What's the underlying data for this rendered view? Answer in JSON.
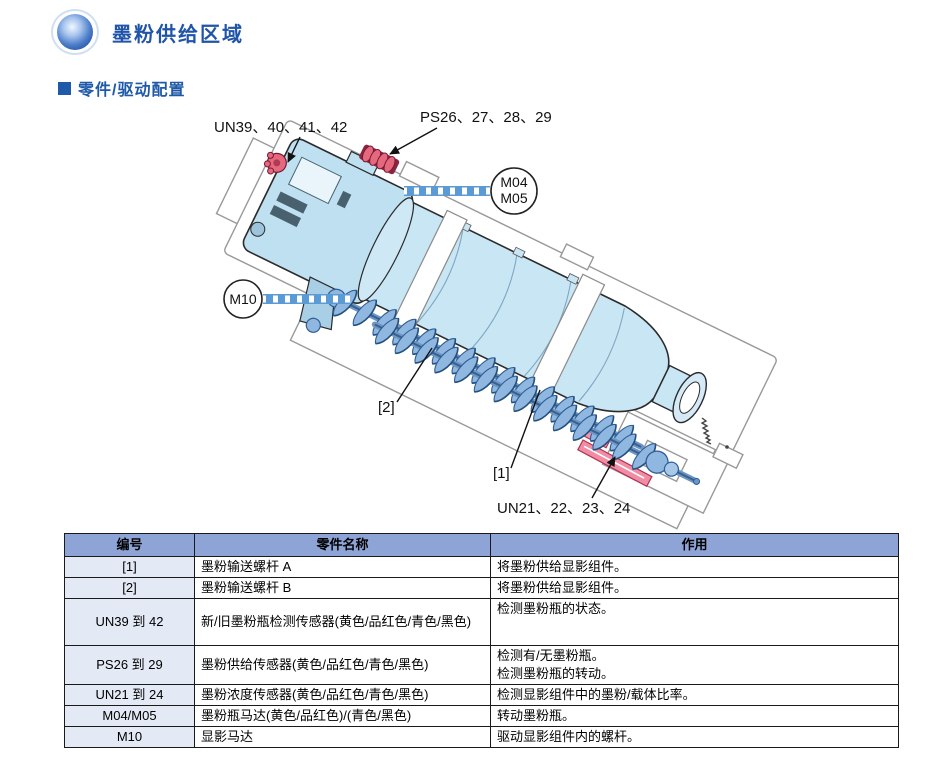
{
  "header": {
    "title": "墨粉供给区域",
    "section": "零件/驱动配置"
  },
  "diagram": {
    "labels": {
      "un39_42": "UN39、40、41、42",
      "ps26_29": "PS26、27、28、29",
      "m04": "M04",
      "m05": "M05",
      "m10": "M10",
      "part2": "[2]",
      "part1": "[1]",
      "un21_24": "UN21、22、23、24"
    }
  },
  "table": {
    "headers": {
      "id": "编号",
      "name": "零件名称",
      "function": "作用"
    },
    "rows": [
      {
        "id": "[1]",
        "name": "墨粉输送螺杆 A",
        "function": "将墨粉供给显影组件。"
      },
      {
        "id": "[2]",
        "name": "墨粉输送螺杆 B",
        "function": "将墨粉供给显影组件。"
      },
      {
        "id": "UN39 到 42",
        "name": "新/旧墨粉瓶检测传感器(黄色/品红色/青色/黑色)",
        "function": "检测墨粉瓶的状态。"
      },
      {
        "id": "PS26 到 29",
        "name": "墨粉供给传感器(黄色/品红色/青色/黑色)",
        "function": "检测有/无墨粉瓶。\n检测墨粉瓶的转动。"
      },
      {
        "id": "UN21 到 24",
        "name": "墨粉浓度传感器(黄色/品红色/青色/黑色)",
        "function": "检测显影组件中的墨粉/载体比率。"
      },
      {
        "id": "M04/M05",
        "name": "墨粉瓶马达(黄色/品红色)/(青色/黑色)",
        "function": "转动墨粉瓶。"
      },
      {
        "id": "M10",
        "name": "显影马达",
        "function": "驱动显影组件内的螺杆。"
      }
    ]
  },
  "colors": {
    "accent_blue": "#1f54a8",
    "table_header_bg": "#8ea4d6",
    "table_id_col_bg": "#e4eaf5",
    "bottle_fill": "#c9e6f4",
    "screw_fill": "#8fb7e0",
    "sensor_red": "#e4697f",
    "leader_blue": "#5b9bd5"
  }
}
